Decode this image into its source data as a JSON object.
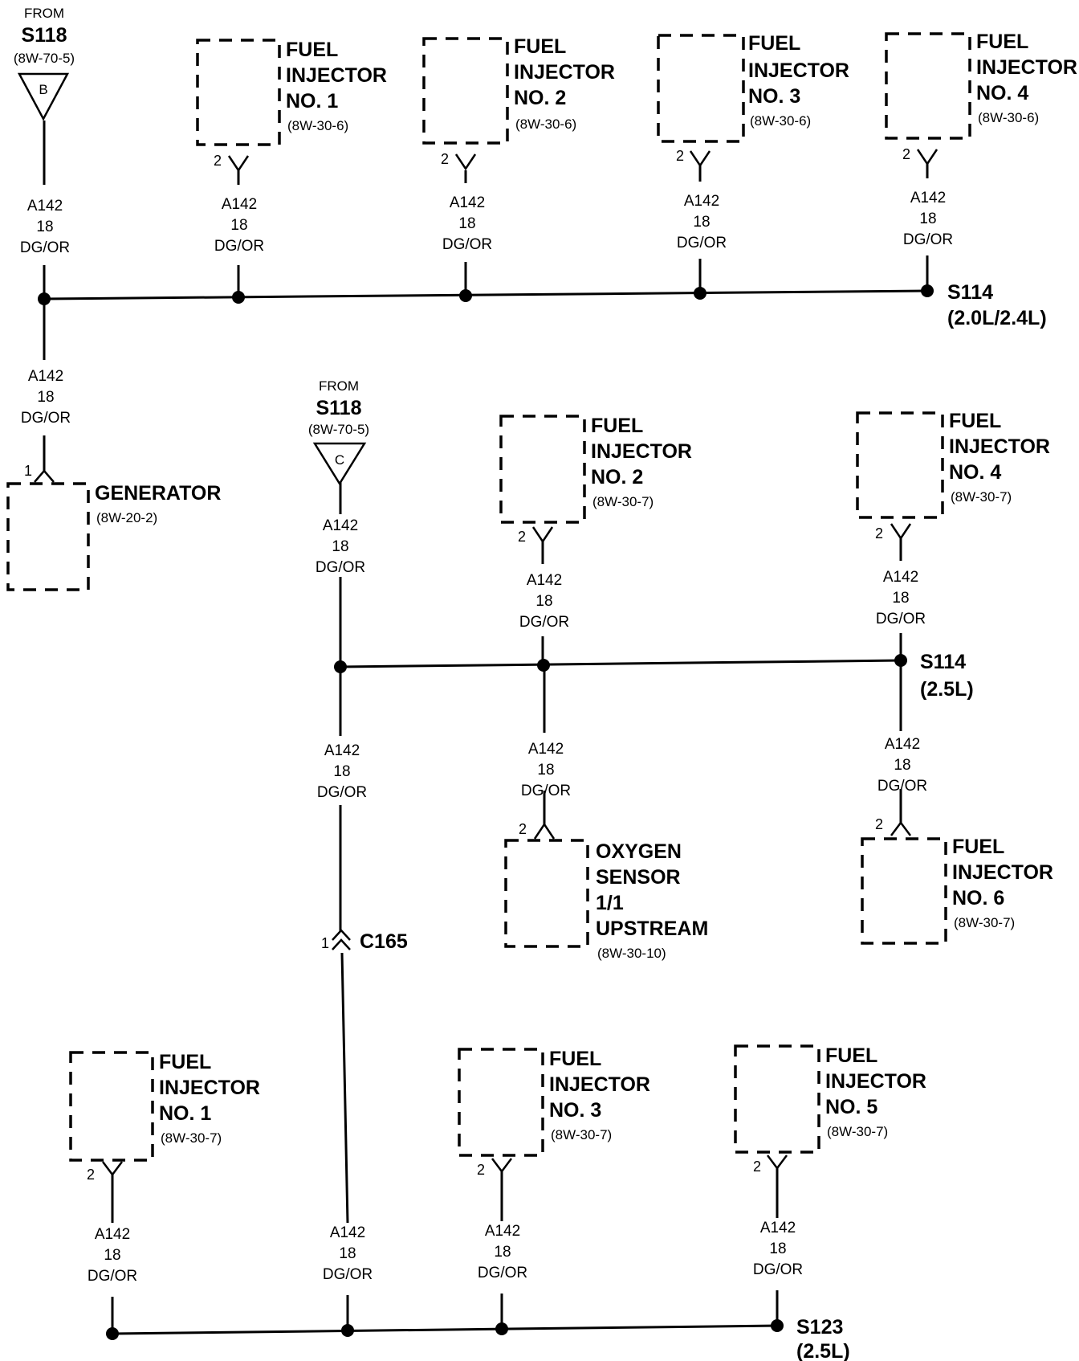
{
  "wire": {
    "circuit": "A142",
    "gauge": "18",
    "color": "DG/OR"
  },
  "sources": [
    {
      "id": "src-b",
      "from_label": "FROM",
      "splice": "S118",
      "ref": "(8W-70-5)",
      "letter": "B"
    },
    {
      "id": "src-c",
      "from_label": "FROM",
      "splice": "S118",
      "ref": "(8W-70-5)",
      "letter": "C"
    }
  ],
  "splices": [
    {
      "id": "s114-top",
      "name": "S114",
      "variant": "(2.0L/2.4L)"
    },
    {
      "id": "s114-mid",
      "name": "S114",
      "variant": "(2.5L)"
    },
    {
      "id": "s123",
      "name": "S123",
      "variant": "(2.5L)"
    }
  ],
  "components": [
    {
      "id": "inj1-top",
      "lines": [
        "FUEL",
        "INJECTOR",
        "NO. 1"
      ],
      "ref": "(8W-30-6)",
      "pin": "2"
    },
    {
      "id": "inj2-top",
      "lines": [
        "FUEL",
        "INJECTOR",
        "NO. 2"
      ],
      "ref": "(8W-30-6)",
      "pin": "2"
    },
    {
      "id": "inj3-top",
      "lines": [
        "FUEL",
        "INJECTOR",
        "NO. 3"
      ],
      "ref": "(8W-30-6)",
      "pin": "2"
    },
    {
      "id": "inj4-top",
      "lines": [
        "FUEL",
        "INJECTOR",
        "NO. 4"
      ],
      "ref": "(8W-30-6)",
      "pin": "2"
    },
    {
      "id": "generator",
      "lines": [
        "GENERATOR"
      ],
      "ref": "(8W-20-2)",
      "pin": "1"
    },
    {
      "id": "inj2-mid",
      "lines": [
        "FUEL",
        "INJECTOR",
        "NO. 2"
      ],
      "ref": "(8W-30-7)",
      "pin": "2"
    },
    {
      "id": "inj4-mid",
      "lines": [
        "FUEL",
        "INJECTOR",
        "NO. 4"
      ],
      "ref": "(8W-30-7)",
      "pin": "2"
    },
    {
      "id": "o2-sensor",
      "lines": [
        "OXYGEN",
        "SENSOR",
        "1/1",
        "UPSTREAM"
      ],
      "ref": "(8W-30-10)",
      "pin": "2"
    },
    {
      "id": "inj6",
      "lines": [
        "FUEL",
        "INJECTOR",
        "NO. 6"
      ],
      "ref": "(8W-30-7)",
      "pin": "2"
    },
    {
      "id": "inj1-bot",
      "lines": [
        "FUEL",
        "INJECTOR",
        "NO. 1"
      ],
      "ref": "(8W-30-7)",
      "pin": "2"
    },
    {
      "id": "inj3-bot",
      "lines": [
        "FUEL",
        "INJECTOR",
        "NO. 3"
      ],
      "ref": "(8W-30-7)",
      "pin": "2"
    },
    {
      "id": "inj5",
      "lines": [
        "FUEL",
        "INJECTOR",
        "NO. 5"
      ],
      "ref": "(8W-30-7)",
      "pin": "2"
    }
  ],
  "connector_c165": {
    "name": "C165",
    "pin": "1"
  }
}
